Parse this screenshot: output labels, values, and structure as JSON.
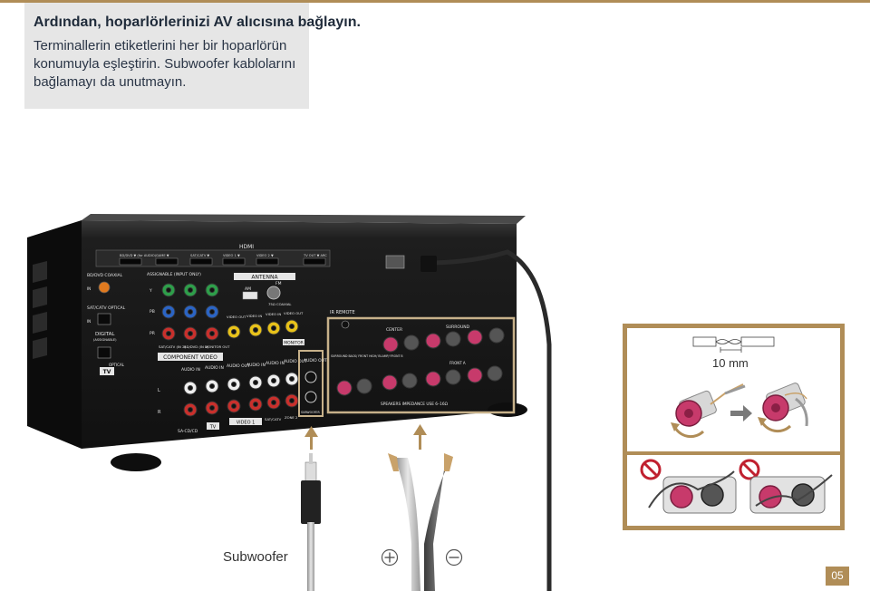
{
  "instruction": {
    "title": "Ardından, hoparlörlerinizi AV alıcısına bağlayın.",
    "body": "Terminallerin etiketlerini her bir hoparlörün konumuyla eşleştirin. Subwoofer kablolarını bağlamayı da unutmayın."
  },
  "receiver_panel": {
    "hdmi_label": "HDMI",
    "hdmi_inputs": [
      "BD/DVD ▼ (for AUDIO)",
      "GAME ▼",
      "SAT/CATV ▼",
      "VIDEO 1 ▼",
      "VIDEO 2 ▼",
      "TV OUT ▼ ARC"
    ],
    "antenna_label": "ANTENNA",
    "antenna_am": "AM",
    "antenna_fm": "FM",
    "antenna_coaxial": "75Ω COAXIAL",
    "assignable_label": "ASSIGNABLE (INPUT ONLY)",
    "bd_dvd_coaxial": "BD/DVD    COAXIAL",
    "sat_catv_optical": "SAT/CATV    OPTICAL",
    "in_label": "IN",
    "digital_label": "DIGITAL",
    "digital_sub": "(ASSIGNABLE)",
    "tv_optical": "OPTICAL",
    "tv_badge": "TV",
    "component_y": "Y",
    "component_pb": "PB",
    "component_pr": "PR",
    "component_sat": "SAT/CATV (IN 2)",
    "component_bd": "BD/DVD (IN 1)",
    "component_monitor": "MONITOR OUT",
    "component_label": "COMPONENT VIDEO",
    "video_out": "VIDEO OUT",
    "video_in": "VIDEO IN",
    "monitor_label": "MONITOR",
    "audio_in": "AUDIO IN",
    "audio_out": "AUDIO OUT",
    "channel_l": "L",
    "channel_r": "R",
    "sa_cd": "SA-CD/CD",
    "video1": "VIDEO 1",
    "sat_catv_short": "SAT/CATV",
    "zone2": "ZONE 2",
    "subwoofer_port": "SUBWOOFER",
    "ir_remote": "IR REMOTE",
    "speakers_center": "CENTER",
    "speakers_surround": "SURROUND",
    "speakers_front_a": "FRONT A",
    "speakers_front_b": "SURROUND BACK/ FRONT HIGH/ BI-AMP/ FRONT B",
    "speakers_label": "SPEAKERS    IMPEDANCE USE 6–16Ω"
  },
  "wire_strip": {
    "length_label": "10 mm"
  },
  "cable_captions": {
    "subwoofer": "Subwoofer",
    "positive": "+",
    "negative": "−"
  },
  "page_number": "05",
  "colors": {
    "accent": "#b08d57",
    "callout_bg": "#e6e6e6",
    "receiver_body": "#1b1b1b",
    "highlight_box": "#c7b18a",
    "forbidden": "#c0202f",
    "terminal": "#c73a6b"
  },
  "icons": {
    "plus": "plus-circle-icon",
    "minus": "minus-circle-icon",
    "forbidden": "prohibited-icon",
    "arrow": "arrow-right-icon"
  }
}
